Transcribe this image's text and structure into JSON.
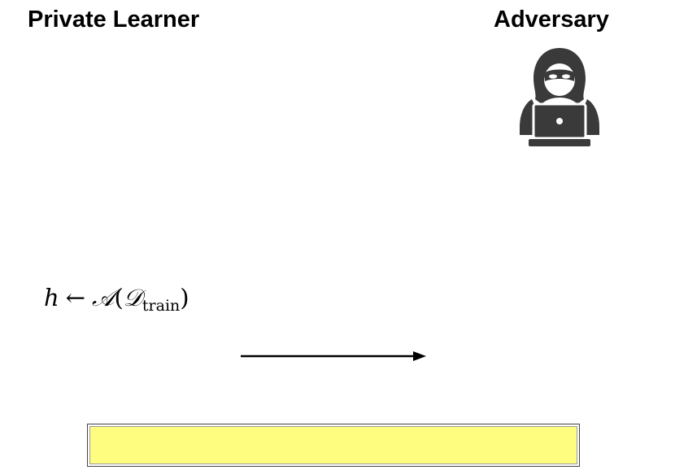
{
  "headings": {
    "learner": "Private Learner",
    "adversary": "Adversary"
  },
  "icons": {
    "adversary": "hacker-with-laptop-icon"
  },
  "formula": {
    "hypothesis": "h",
    "assign_symbol": "←",
    "algorithm": "𝒜",
    "open_paren": "(",
    "dataset": "𝒟",
    "dataset_subscript": "train",
    "close_paren": ")"
  },
  "colors": {
    "highlight_fill": "#fffd80",
    "icon": "#3a3a3a"
  }
}
